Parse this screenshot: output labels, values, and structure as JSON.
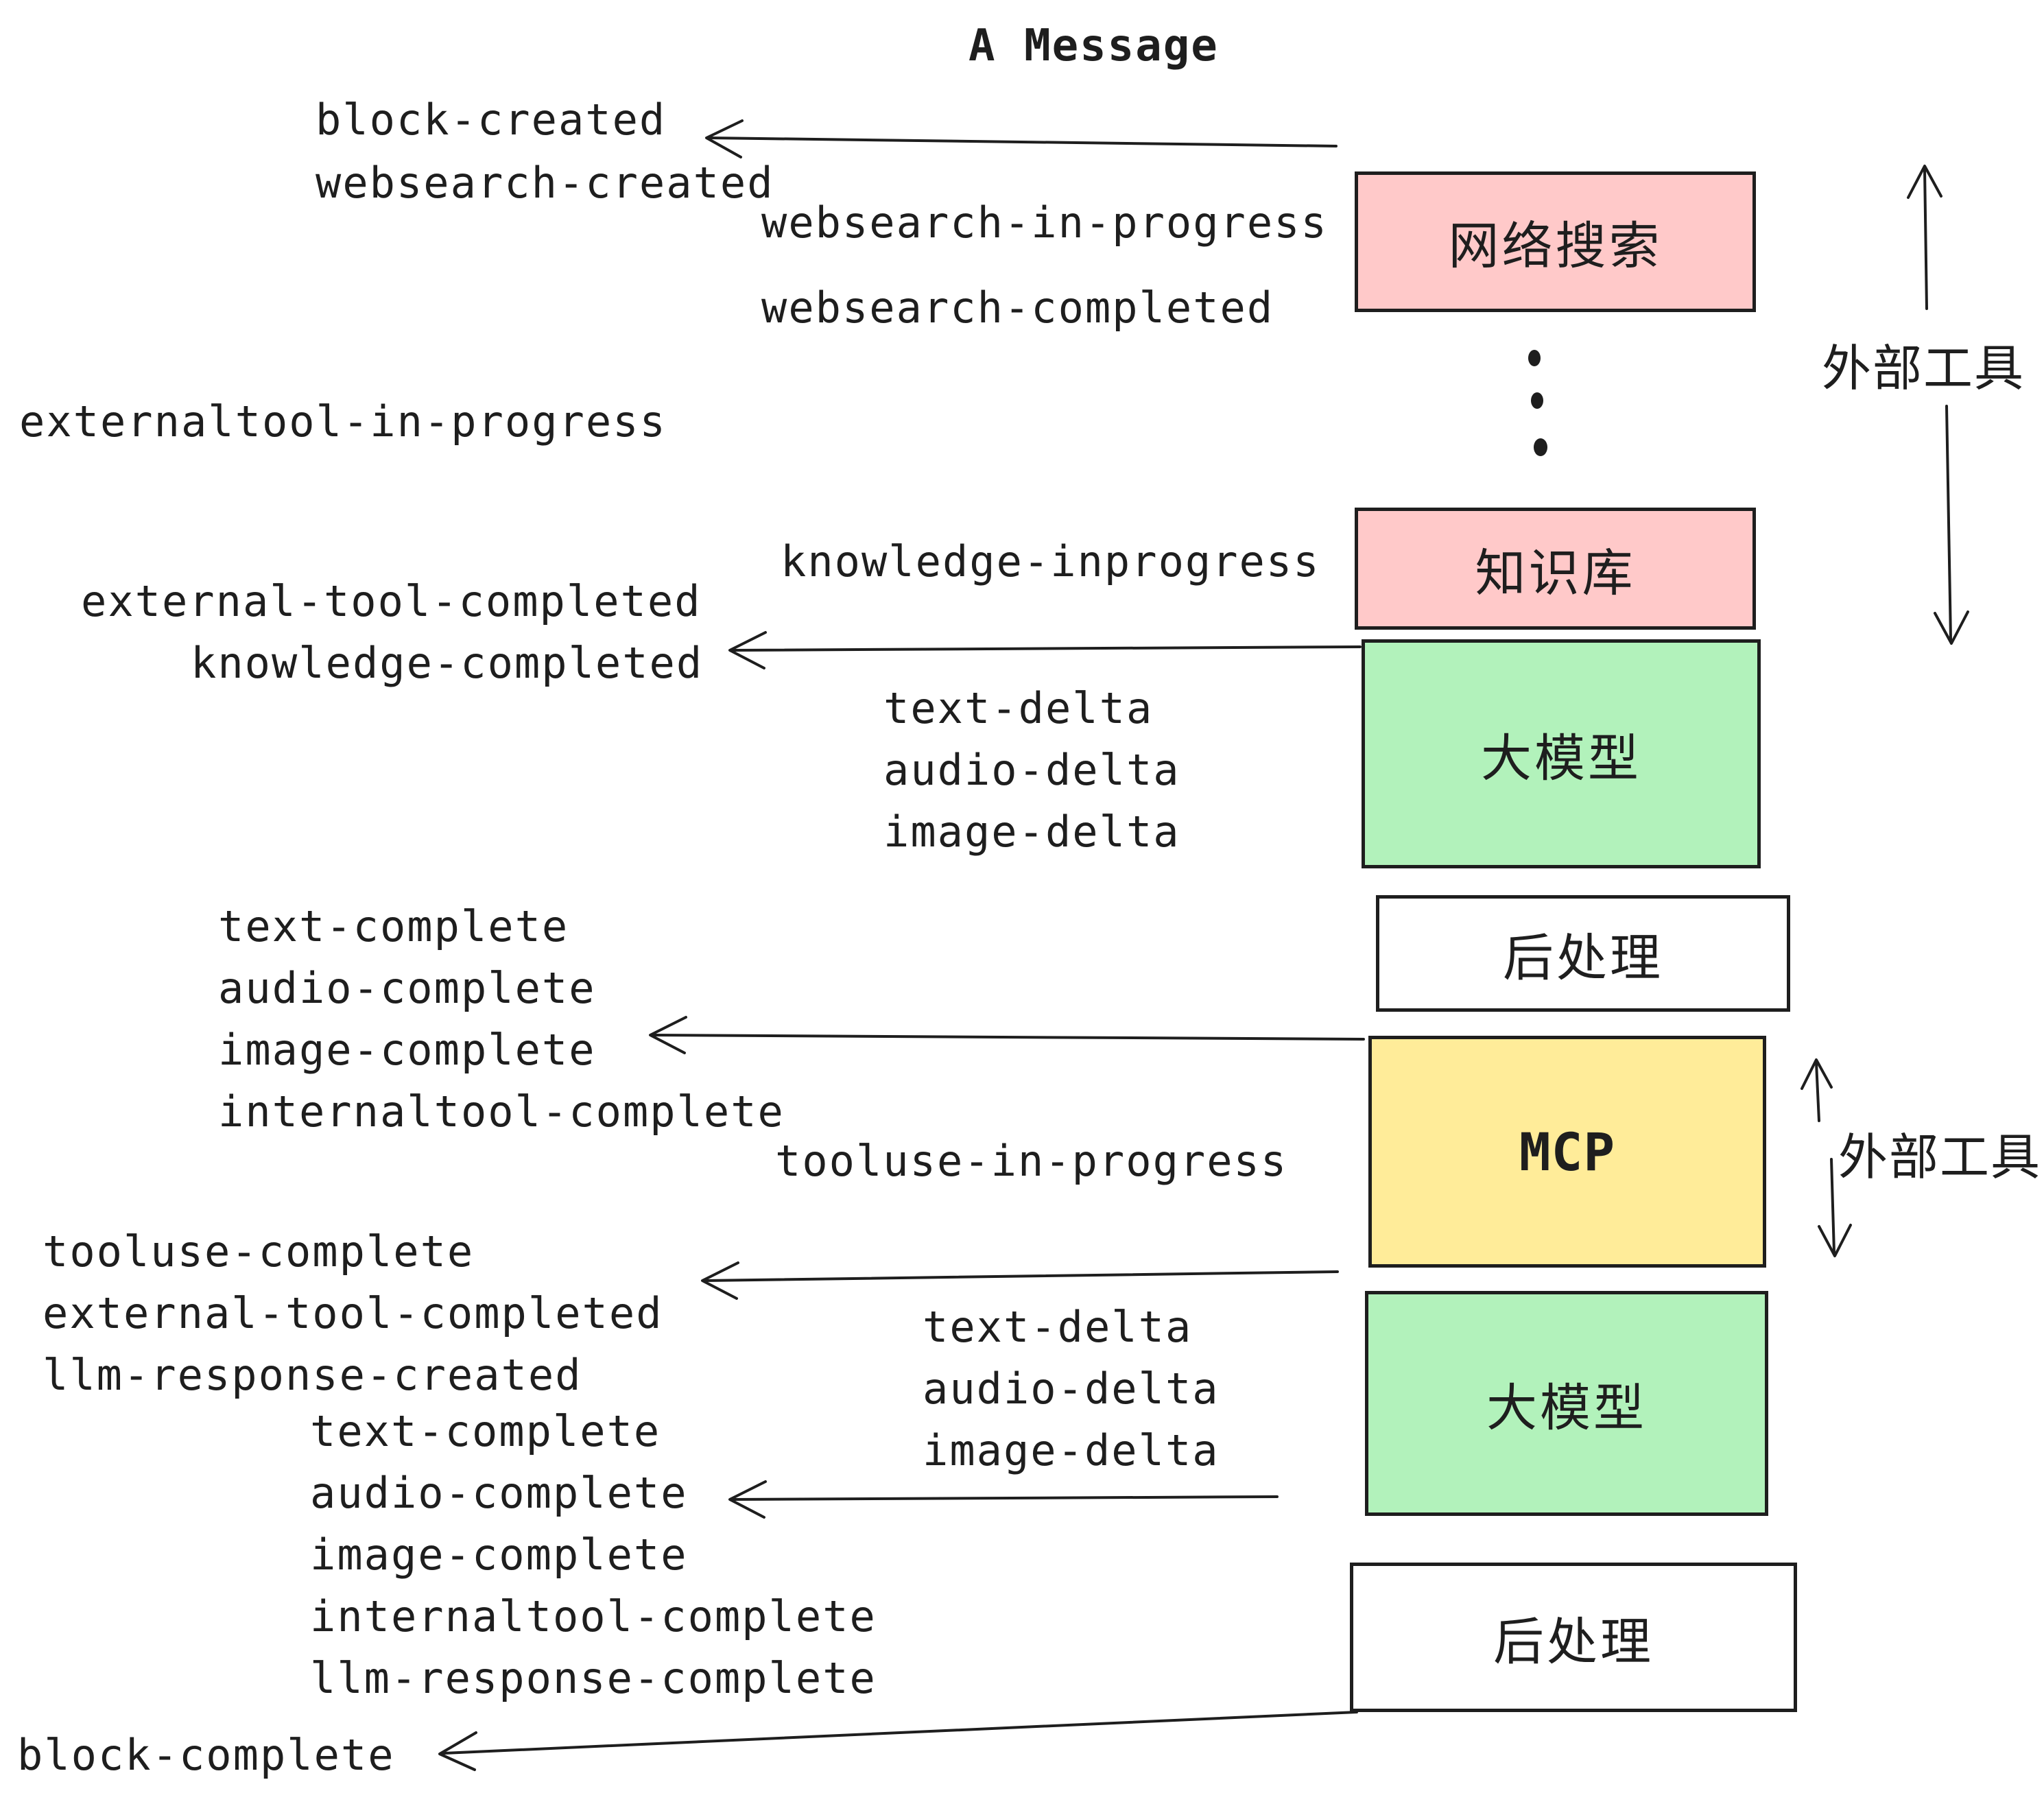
{
  "title": "A Message",
  "colors": {
    "pink": "#ffc9c9",
    "green": "#b2f2bb",
    "yellow": "#ffec99",
    "white": "#ffffff",
    "stroke": "#1e1e1e"
  },
  "boxes": [
    {
      "id": "websearch",
      "label": "网络搜索",
      "color": "pink"
    },
    {
      "id": "knowledge",
      "label": "知识库",
      "color": "pink"
    },
    {
      "id": "llm-1",
      "label": "大模型",
      "color": "green"
    },
    {
      "id": "postprocess-1",
      "label": "后处理",
      "color": "white"
    },
    {
      "id": "mcp",
      "label": "MCP",
      "color": "yellow"
    },
    {
      "id": "llm-2",
      "label": "大模型",
      "color": "green"
    },
    {
      "id": "postprocess-2",
      "label": "后处理",
      "color": "white"
    }
  ],
  "side_annotations": [
    {
      "id": "external-tools-top",
      "label": "外部工具"
    },
    {
      "id": "external-tools-bottom",
      "label": "外部工具"
    }
  ],
  "events": [
    {
      "text": "block-created"
    },
    {
      "text": "websearch-created"
    },
    {
      "text": "websearch-in-progress"
    },
    {
      "text": "websearch-completed"
    },
    {
      "text": "externaltool-in-progress"
    },
    {
      "text": "knowledge-inprogress"
    },
    {
      "text": "external-tool-completed"
    },
    {
      "text": "knowledge-completed"
    },
    {
      "text": "text-delta"
    },
    {
      "text": "audio-delta"
    },
    {
      "text": "image-delta"
    },
    {
      "text": "text-complete"
    },
    {
      "text": "audio-complete"
    },
    {
      "text": "image-complete"
    },
    {
      "text": "internaltool-complete"
    },
    {
      "text": "tooluse-in-progress"
    },
    {
      "text": "tooluse-complete"
    },
    {
      "text": "external-tool-completed"
    },
    {
      "text": "llm-response-created"
    },
    {
      "text": "text-complete"
    },
    {
      "text": "audio-complete"
    },
    {
      "text": "text-delta"
    },
    {
      "text": "audio-delta"
    },
    {
      "text": "image-delta"
    },
    {
      "text": "image-complete"
    },
    {
      "text": "internaltool-complete"
    },
    {
      "text": "llm-response-complete"
    },
    {
      "text": "block-complete"
    }
  ]
}
